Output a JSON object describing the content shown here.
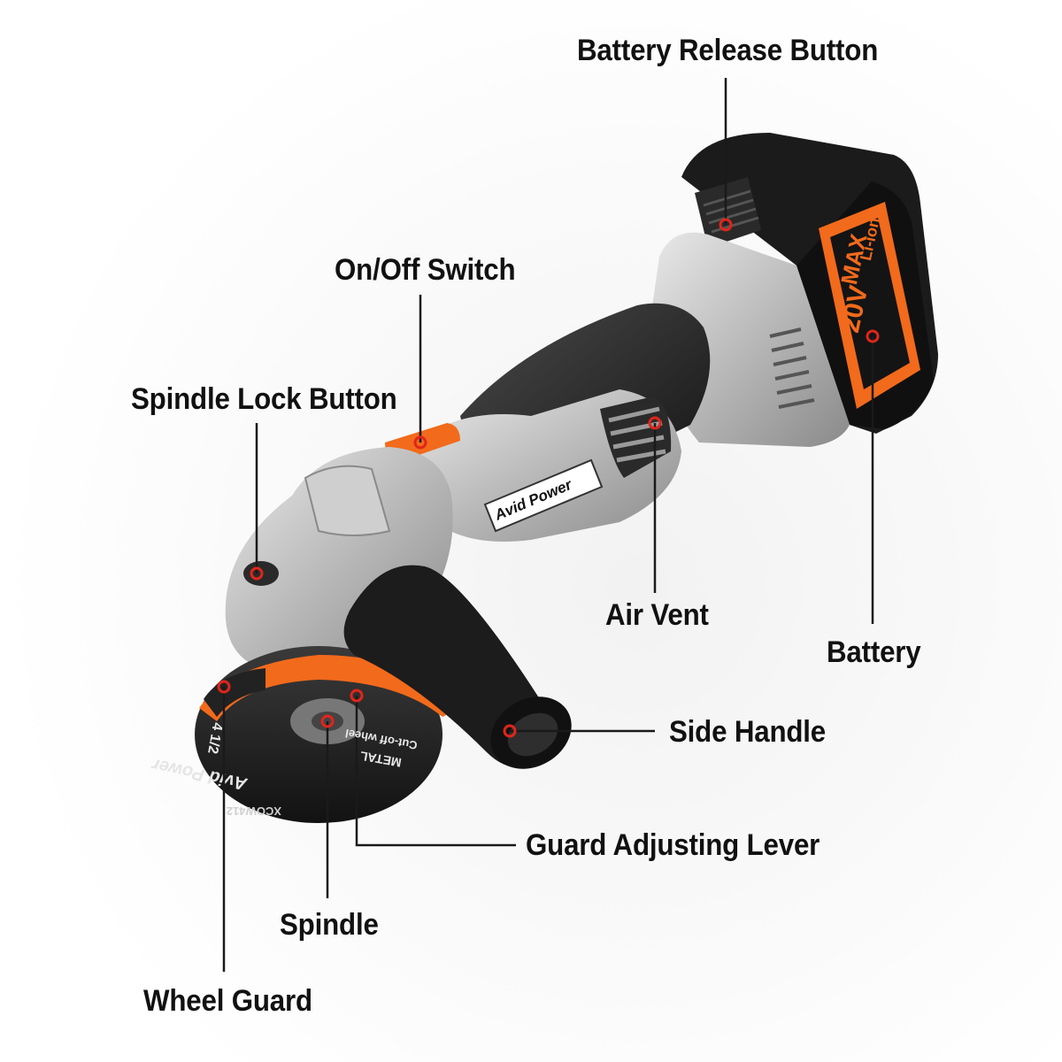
{
  "colors": {
    "background": "#ffffff",
    "accent": "#f26a1b",
    "leader": "#1a1a1a",
    "marker": "#e0251b"
  },
  "callouts": {
    "battery_release": "Battery Release Button",
    "on_off": "On/Off Switch",
    "spindle_lock": "Spindle Lock Button",
    "air_vent": "Air Vent",
    "battery": "Battery",
    "side_handle": "Side Handle",
    "guard_lever": "Guard Adjusting Lever",
    "spindle": "Spindle",
    "wheel_guard": "Wheel Guard"
  },
  "product_marks": {
    "brand": "Avid Power",
    "battery_voltage": "20V",
    "battery_max": "MAX",
    "battery_type": "Li-ion",
    "disc_size": "4 1/2",
    "disc_material": "METAL",
    "disc_use": "Cut-off wheel",
    "disc_code": "XCOW412"
  }
}
